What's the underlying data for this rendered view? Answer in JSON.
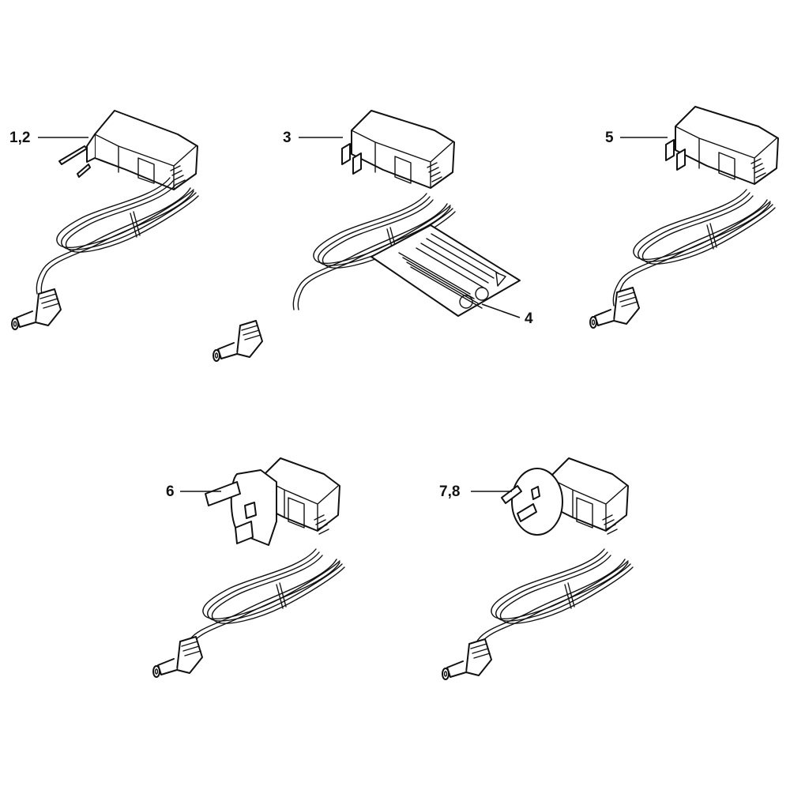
{
  "diagram": {
    "callouts": [
      {
        "id": "c12",
        "label": "1,2"
      },
      {
        "id": "c3",
        "label": "3"
      },
      {
        "id": "c5",
        "label": "5"
      },
      {
        "id": "c4",
        "label": "4"
      },
      {
        "id": "c6",
        "label": "6"
      },
      {
        "id": "c78",
        "label": "7,8"
      }
    ],
    "parts": [
      {
        "id": "adapter-eu",
        "plug": "euro-round-pin"
      },
      {
        "id": "adapter-us",
        "plug": "us-flat-pin"
      },
      {
        "id": "adapter-us-2",
        "plug": "us-flat-pin"
      },
      {
        "id": "adapter-uk",
        "plug": "uk-three-pin"
      },
      {
        "id": "adapter-au",
        "plug": "au-angled-pin"
      },
      {
        "id": "warning-label",
        "plug": "none"
      }
    ],
    "colors": {
      "line": "#111111",
      "background": "#ffffff"
    }
  }
}
